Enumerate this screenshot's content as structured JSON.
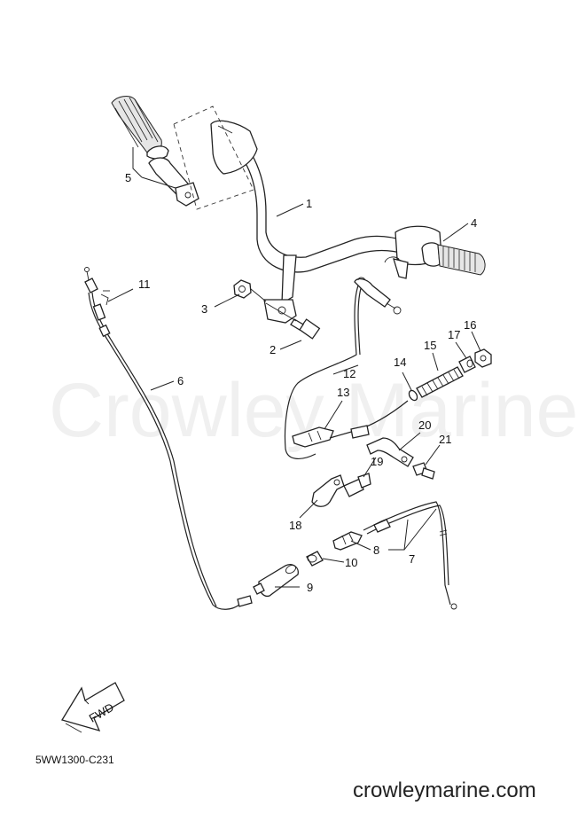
{
  "callouts": {
    "c1": "1",
    "c2": "2",
    "c3": "3",
    "c4": "4",
    "c5": "5",
    "c6": "6",
    "c7": "7",
    "c8": "8",
    "c9": "9",
    "c10": "10",
    "c11": "11",
    "c12": "12",
    "c13": "13",
    "c14": "14",
    "c15": "15",
    "c16": "16",
    "c17": "17",
    "c18": "18",
    "c19": "19",
    "c20": "20",
    "c21": "21"
  },
  "fwd_label": "FWD",
  "watermark": "Crowley Marine",
  "diagram_code": "5WW1300-C231",
  "site_url": "crowleymarine.com"
}
